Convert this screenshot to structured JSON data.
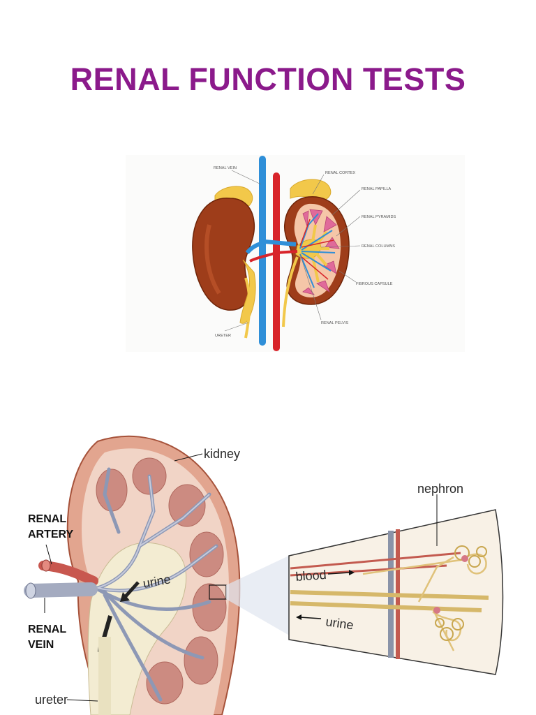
{
  "title": "RENAL FUNCTION TESTS",
  "figure1": {
    "labels": {
      "renal_vein": "RENAL VEIN",
      "renal_cortex": "RENAL CORTEX",
      "renal_papilla": "RENAL PAPILLA",
      "renal_pyramids": "RENAL PYRAMIDS",
      "renal_columns": "RENAL COLUMNS",
      "fibrous_capsule": "FIBROUS CAPSULE",
      "renal_pelvis": "RENAL PELVIS",
      "ureter": "URETER"
    }
  },
  "figure2": {
    "labels": {
      "kidney": "kidney",
      "nephron": "nephron",
      "renal_artery_1": "RENAL",
      "renal_artery_2": "ARTERY",
      "renal_vein_1": "RENAL",
      "renal_vein_2": "VEIN",
      "urine_inner": "urine",
      "blood": "blood",
      "urine_outer": "urine",
      "ureter": "ureter"
    }
  },
  "colors": {
    "title": "#8b1a8b",
    "vein": "#2f8fd8",
    "artery": "#d8242a",
    "kidney": "#9e3d1a",
    "fat": "#f2c84a"
  }
}
